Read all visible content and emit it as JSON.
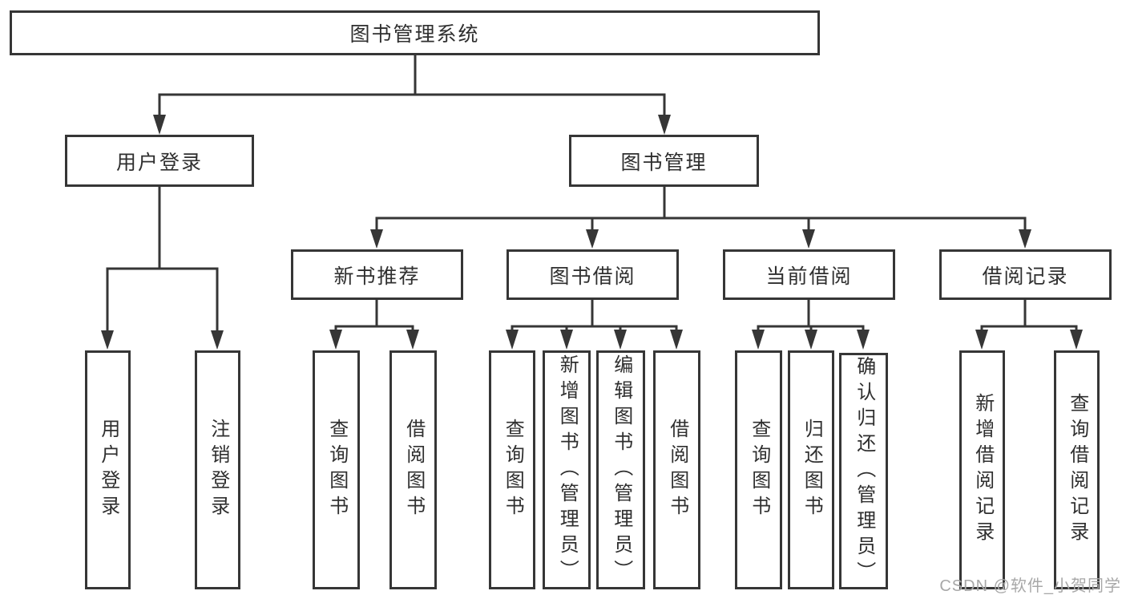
{
  "diagram": {
    "type": "tree",
    "title": "图书管理系统"
  },
  "nodes": {
    "root": "图书管理系统",
    "user_login": "用户登录",
    "book_mgmt": "图书管理",
    "new_book_rec": "新书推荐",
    "book_borrowing": "图书借阅",
    "current_borrowing": "当前借阅",
    "borrowing_records": "借阅记录",
    "leaf_user_login": "用户登录",
    "leaf_logout": "注销登录",
    "leaf_nbr_query_books": "查询图书",
    "leaf_nbr_borrow_books": "借阅图书",
    "leaf_bb_query_books": "查询图书",
    "leaf_bb_add_books": "新增图书（管理员）",
    "leaf_bb_edit_books": "编辑图书（管理员）",
    "leaf_bb_borrow_books": "借阅图书",
    "leaf_cb_query_books": "查询图书",
    "leaf_cb_return_books": "归还图书",
    "leaf_cb_confirm_return": "确认归还（管理员）",
    "leaf_br_add_record": "新增借阅记录",
    "leaf_br_query_record": "查询借阅记录"
  },
  "watermark": "CSDN @软件_小贺同学",
  "colors": {
    "line": "#363636",
    "box_border": "#363636",
    "box_bg": "#ffffff",
    "text": "#2f2f2f",
    "watermark": "#a8a8a8"
  }
}
